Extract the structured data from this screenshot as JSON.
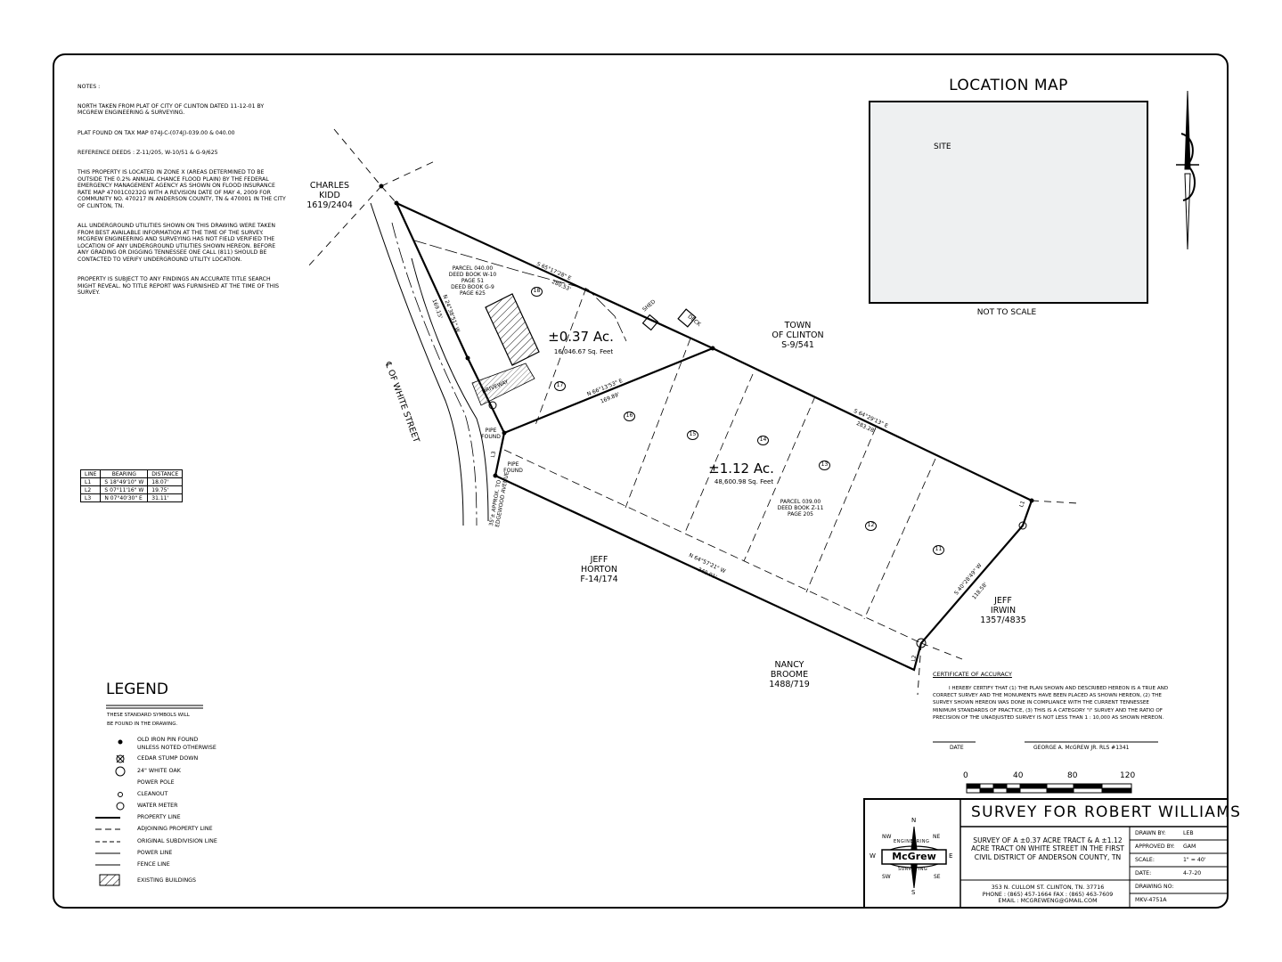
{
  "notes": {
    "heading": "NOTES :",
    "items": [
      "NORTH TAKEN FROM PLAT OF CITY OF CLINTON DATED 11-12-01 BY McGREW ENGINEERING & SURVEYING.",
      "PLAT FOUND ON TAX MAP 074J-C-(074J)-039.00 & 040.00",
      "REFERENCE DEEDS : Z-11/205, W-10/51 & G-9/625",
      "THIS PROPERTY IS LOCATED IN ZONE X (AREAS DETERMINED TO BE OUTSIDE THE 0.2% ANNUAL CHANCE FLOOD PLAIN) BY THE FEDERAL EMERGENCY MANAGEMENT AGENCY AS SHOWN ON FLOOD INSURANCE RATE MAP 47001C0232G WITH A REVISION DATE OF MAY 4, 2009 FOR COMMUNITY NO. 470217 IN ANDERSON COUNTY, TN & 470001 IN THE CITY OF CLINTON, TN.",
      "ALL UNDERGROUND UTILITIES SHOWN ON THIS DRAWING WERE TAKEN FROM BEST AVAILABLE INFORMATION AT THE TIME OF THE SURVEY. McGREW ENGINEERING AND SURVEYING HAS NOT FIELD VERIFIED THE LOCATION OF ANY UNDERGROUND UTILITIES SHOWN HEREON. BEFORE ANY GRADING OR DIGGING TENNESSEE ONE CALL (811) SHOULD BE CONTACTED TO VERIFY UNDERGROUND UTILITY LOCATION.",
      "PROPERTY IS SUBJECT TO ANY FINDINGS AN ACCURATE TITLE SEARCH MIGHT REVEAL. NO TITLE REPORT WAS FURNISHED AT THE TIME OF THIS SURVEY."
    ]
  },
  "location_map": {
    "title": "LOCATION MAP",
    "site_label": "SITE",
    "not_to_scale": "NOT TO SCALE"
  },
  "owners": {
    "kidd": "CHARLES\nKIDD\n1619/2404",
    "town": "TOWN\nOF CLINTON\nS-9/541",
    "horton": "JEFF\nHORTON\nF-14/174",
    "broome": "NANCY\nBROOME\n1488/719",
    "irwin": "JEFF\nIRWIN\n1357/4835"
  },
  "street": "℄ OF WHITE STREET",
  "tract_small": {
    "area": "±0.37 Ac.",
    "sqft": "16,046.67 Sq. Feet",
    "parcel": "PARCEL 040.00\nDEED BOOK W-10\nPAGE 51\nDEED BOOK G-9\nPAGE 625"
  },
  "tract_large": {
    "area": "±1.12 Ac.",
    "sqft": "48,600.98 Sq. Feet",
    "parcel": "PARCEL 039.00\nDEED BOOK Z-11\nPAGE 205"
  },
  "bearings": {
    "north_line": "S 65°17'28\" E",
    "north_dist": "280.53'",
    "east_line": "S 64°29'13\" E",
    "east_dist": "283.28'",
    "south_line": "N 64°57'21\" W",
    "south_dist": "340.91'",
    "east_side": "S 40°28'49\" W",
    "east_side_dist": "118.58'",
    "middle": "N 66°13'53\" E",
    "middle_dist": "169.89'",
    "west": "N 24°38'51\" W",
    "west_dist": "169.15'"
  },
  "map_labels": {
    "pipe_found_1": "PIPE\nFOUND",
    "pipe_found_2": "PIPE\nFOUND",
    "shed": "SHED",
    "deck": "DECK",
    "driveway": "DRIVEWAY",
    "approx": "35'± APPROX. TO\nEDGEWOOD AVENUE",
    "lots": [
      "18",
      "17",
      "16",
      "15",
      "14",
      "13",
      "12",
      "11"
    ],
    "l1": "L1",
    "l2": "L2",
    "l3": "L3"
  },
  "line_table": {
    "headers": [
      "LINE",
      "BEARING",
      "DISTANCE"
    ],
    "rows": [
      [
        "L1",
        "S 18°49'10\" W",
        "18.07'"
      ],
      [
        "L2",
        "S 07°11'16\" W",
        "19.75'"
      ],
      [
        "L3",
        "N 07°40'30\" E",
        "31.11'"
      ]
    ]
  },
  "legend": {
    "title": "LEGEND",
    "subtitle": "THESE STANDARD SYMBOLS WILL\nBE FOUND IN THE DRAWING.",
    "items": [
      "OLD IRON PIN FOUND\nUNLESS NOTED OTHERWISE",
      "CEDAR STUMP DOWN",
      "24\" WHITE OAK",
      "POWER POLE",
      "CLEANOUT",
      "WATER METER",
      "PROPERTY LINE",
      "ADJOINING PROPERTY LINE",
      "ORIGINAL SUBDIVISION LINE",
      "POWER LINE",
      "FENCE LINE",
      "EXISTING BUILDINGS"
    ]
  },
  "certificate": {
    "title": "CERTIFICATE OF ACCURACY",
    "body": "I HEREBY CERTIFY THAT (1) THE PLAN SHOWN AND DESCRIBED HEREON IS A TRUE AND CORRECT SURVEY AND THE MONUMENTS HAVE BEEN PLACED AS SHOWN HEREON, (2) THE SURVEY SHOWN HEREON WAS DONE IN COMPLIANCE WITH THE CURRENT TENNESSEE MINIMUM STANDARDS OF PRACTICE, (3) THIS IS A CATEGORY \"I\" SURVEY AND THE RATIO OF PRECISION OF THE UNADJUSTED SURVEY IS NOT LESS THAN 1 : 10,000 AS SHOWN HEREON.",
    "date_label": "DATE",
    "signer": "GEORGE A. McGREW JR. RLS #1341"
  },
  "scale_bar": [
    "0",
    "40",
    "80",
    "120"
  ],
  "title_block": {
    "title": "SURVEY FOR ROBERT WILLIAMS",
    "description": "SURVEY OF A ±0.37 ACRE TRACT & A ±1.12 ACRE TRACT ON WHITE STREET IN THE FIRST CIVIL DISTRICT OF ANDERSON COUNTY, TN",
    "address": "353 N. CULLOM ST. CLINTON, TN. 37716\nPHONE : (865) 457-1664  FAX : (865) 463-7609\nEMAIL : MCGREWENG@GMAIL.COM",
    "logo_text": "McGrew",
    "logo_top": "ENGINEERING",
    "logo_bottom": "SURVEYING",
    "compass": [
      "N",
      "NE",
      "E",
      "SE",
      "S",
      "SW",
      "W",
      "NW"
    ],
    "fields": [
      {
        "label": "DRAWN BY:",
        "value": "LEB"
      },
      {
        "label": "APPROVED BY:",
        "value": "GAM"
      },
      {
        "label": "SCALE:",
        "value": "1\" = 40'"
      },
      {
        "label": "DATE:",
        "value": "4-7-20"
      },
      {
        "label": "DRAWING NO:",
        "value": ""
      }
    ],
    "drawing_no": "MKV-4751A"
  }
}
